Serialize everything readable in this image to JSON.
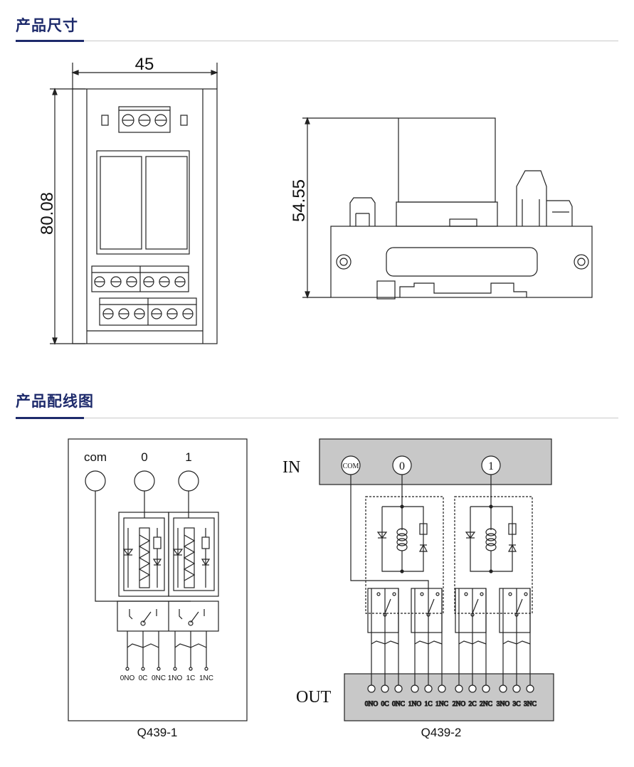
{
  "sections": {
    "dimensions_title": "产品尺寸",
    "wiring_title": "产品配线图"
  },
  "dimensions": {
    "width": "45",
    "height": "80.08",
    "side_height": "54.55"
  },
  "diagram1": {
    "caption": "Q439-1",
    "inputs": [
      "com",
      "0",
      "1"
    ],
    "terminals": [
      "0NO",
      "0C",
      "0NC",
      "1NO",
      "1C",
      "1NC"
    ]
  },
  "diagram2": {
    "caption": "Q439-2",
    "in_label": "IN",
    "out_label": "OUT",
    "inputs": [
      "COM",
      "0",
      "1"
    ],
    "terminals": [
      "0NO",
      "0C",
      "0NC",
      "1NO",
      "1C",
      "1NC",
      "2NO",
      "2C",
      "2NC",
      "3NO",
      "3C",
      "3NC"
    ]
  }
}
